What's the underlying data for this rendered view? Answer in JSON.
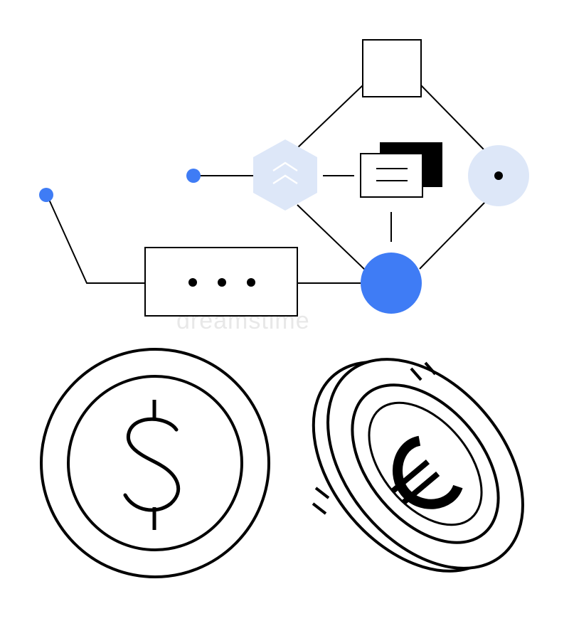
{
  "illustration": {
    "watermark": "dreamstime",
    "colors": {
      "stroke": "#000000",
      "accent_blue": "#3f7cf5",
      "light_blue": "#dde7f8",
      "hex_chevron": "#ffffff",
      "background": "#ffffff"
    },
    "coins": [
      {
        "symbol": "$",
        "style": "front-facing"
      },
      {
        "symbol": "€",
        "style": "tilted"
      }
    ],
    "icons": [
      "square-node",
      "hexagon-chevron-node",
      "document-stack-node",
      "circle-dot-node",
      "blue-circle-node",
      "dots-box-node",
      "blue-endpoint-dot"
    ]
  }
}
